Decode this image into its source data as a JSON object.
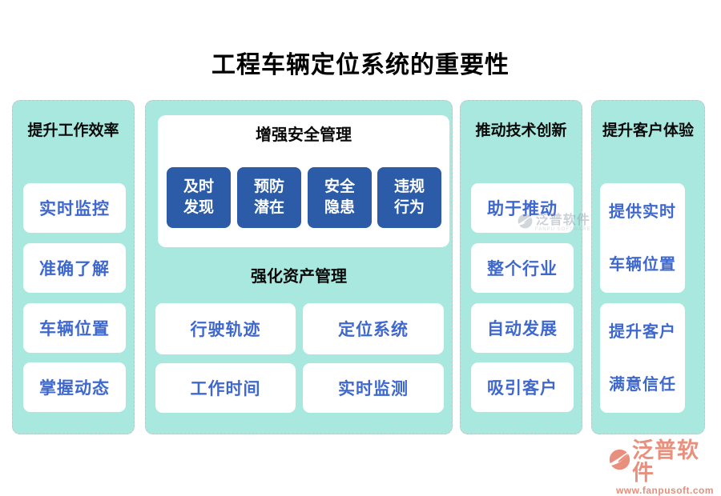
{
  "title": "工程车辆定位系统的重要性",
  "columns": {
    "efficiency": {
      "header": "提升工作效率",
      "items": [
        "实时监控",
        "准确了解",
        "车辆位置",
        "掌握动态"
      ]
    },
    "center": {
      "safety": {
        "header": "增强安全管理",
        "boxes": [
          "及时\n发现",
          "预防\n潜在",
          "安全\n隐患",
          "违规\n行为"
        ]
      },
      "asset": {
        "header": "强化资产管理",
        "items": [
          "行驶轨迹",
          "定位系统",
          "工作时间",
          "实时监测"
        ]
      }
    },
    "innovation": {
      "header": "推动技术创新",
      "items": [
        "助于推动",
        "整个行业",
        "自动发展",
        "吸引客户"
      ]
    },
    "experience": {
      "header": "提升客户体验",
      "items": [
        "提供实时\n车辆位置",
        "提升客户\n满意信任"
      ]
    }
  },
  "watermark": {
    "brand": "泛普软件",
    "tagline": "FANPU SOFTWARE"
  },
  "footer": {
    "brand": "泛普软件",
    "url": "www.fanpusoft.com"
  },
  "colors": {
    "column_bg": "#a9e8df",
    "dark_box": "#2c5ca8",
    "item_text": "#3f68cf",
    "brand": "#e98f7d"
  }
}
